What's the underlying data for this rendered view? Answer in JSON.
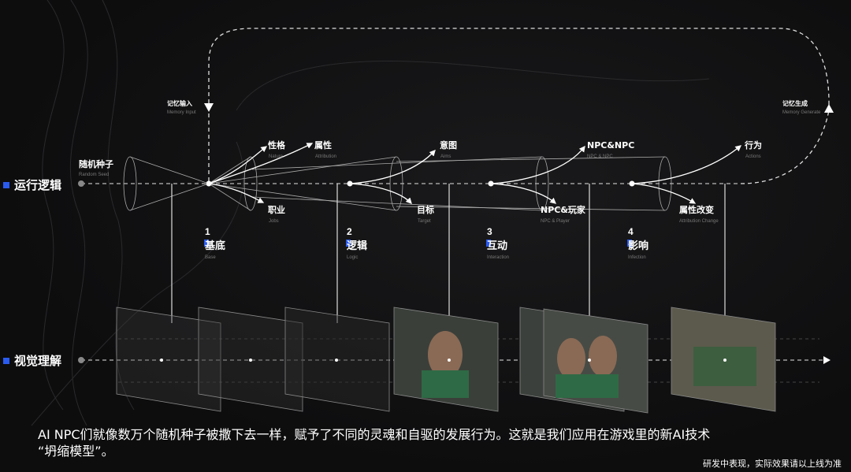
{
  "rows": {
    "logic": "运行逻辑",
    "vision": "视觉理解"
  },
  "seed": {
    "label": "随机种子",
    "sub": "Random Seed"
  },
  "memory_in": {
    "label": "记忆输入",
    "sub": "Memory Input"
  },
  "memory_out": {
    "label": "记忆生成",
    "sub": "Memory Generate"
  },
  "outputs": [
    {
      "label": "性格",
      "sub": "Nature"
    },
    {
      "label": "属性",
      "sub": "Attribution"
    },
    {
      "label": "职业",
      "sub": "Jobs"
    },
    {
      "label": "意图",
      "sub": "Aims"
    },
    {
      "label": "目标",
      "sub": "Target"
    },
    {
      "label": "NPC&NPC",
      "sub": "NPC & NPC"
    },
    {
      "label": "NPC&玩家",
      "sub": "NPC & Player"
    },
    {
      "label": "行为",
      "sub": "Actions"
    },
    {
      "label": "属性改变",
      "sub": "Attribution Change"
    }
  ],
  "stages": [
    {
      "num": "1",
      "label": "基底",
      "sub": "Base"
    },
    {
      "num": "2",
      "label": "逻辑",
      "sub": "Logic"
    },
    {
      "num": "3",
      "label": "互动",
      "sub": "Interaction"
    },
    {
      "num": "4",
      "label": "影响",
      "sub": "Infection"
    }
  ],
  "caption": [
    "AI NPC们就像数万个随机种子被撒下去一样，赋予了不同的灵魂和自驱的发展行为。这就是我们应用在游戏里的新AI技术",
    "“坍缩模型”。"
  ],
  "note": "研发中表现，实际效果请以上线为准",
  "accent": "#2a5bf0"
}
